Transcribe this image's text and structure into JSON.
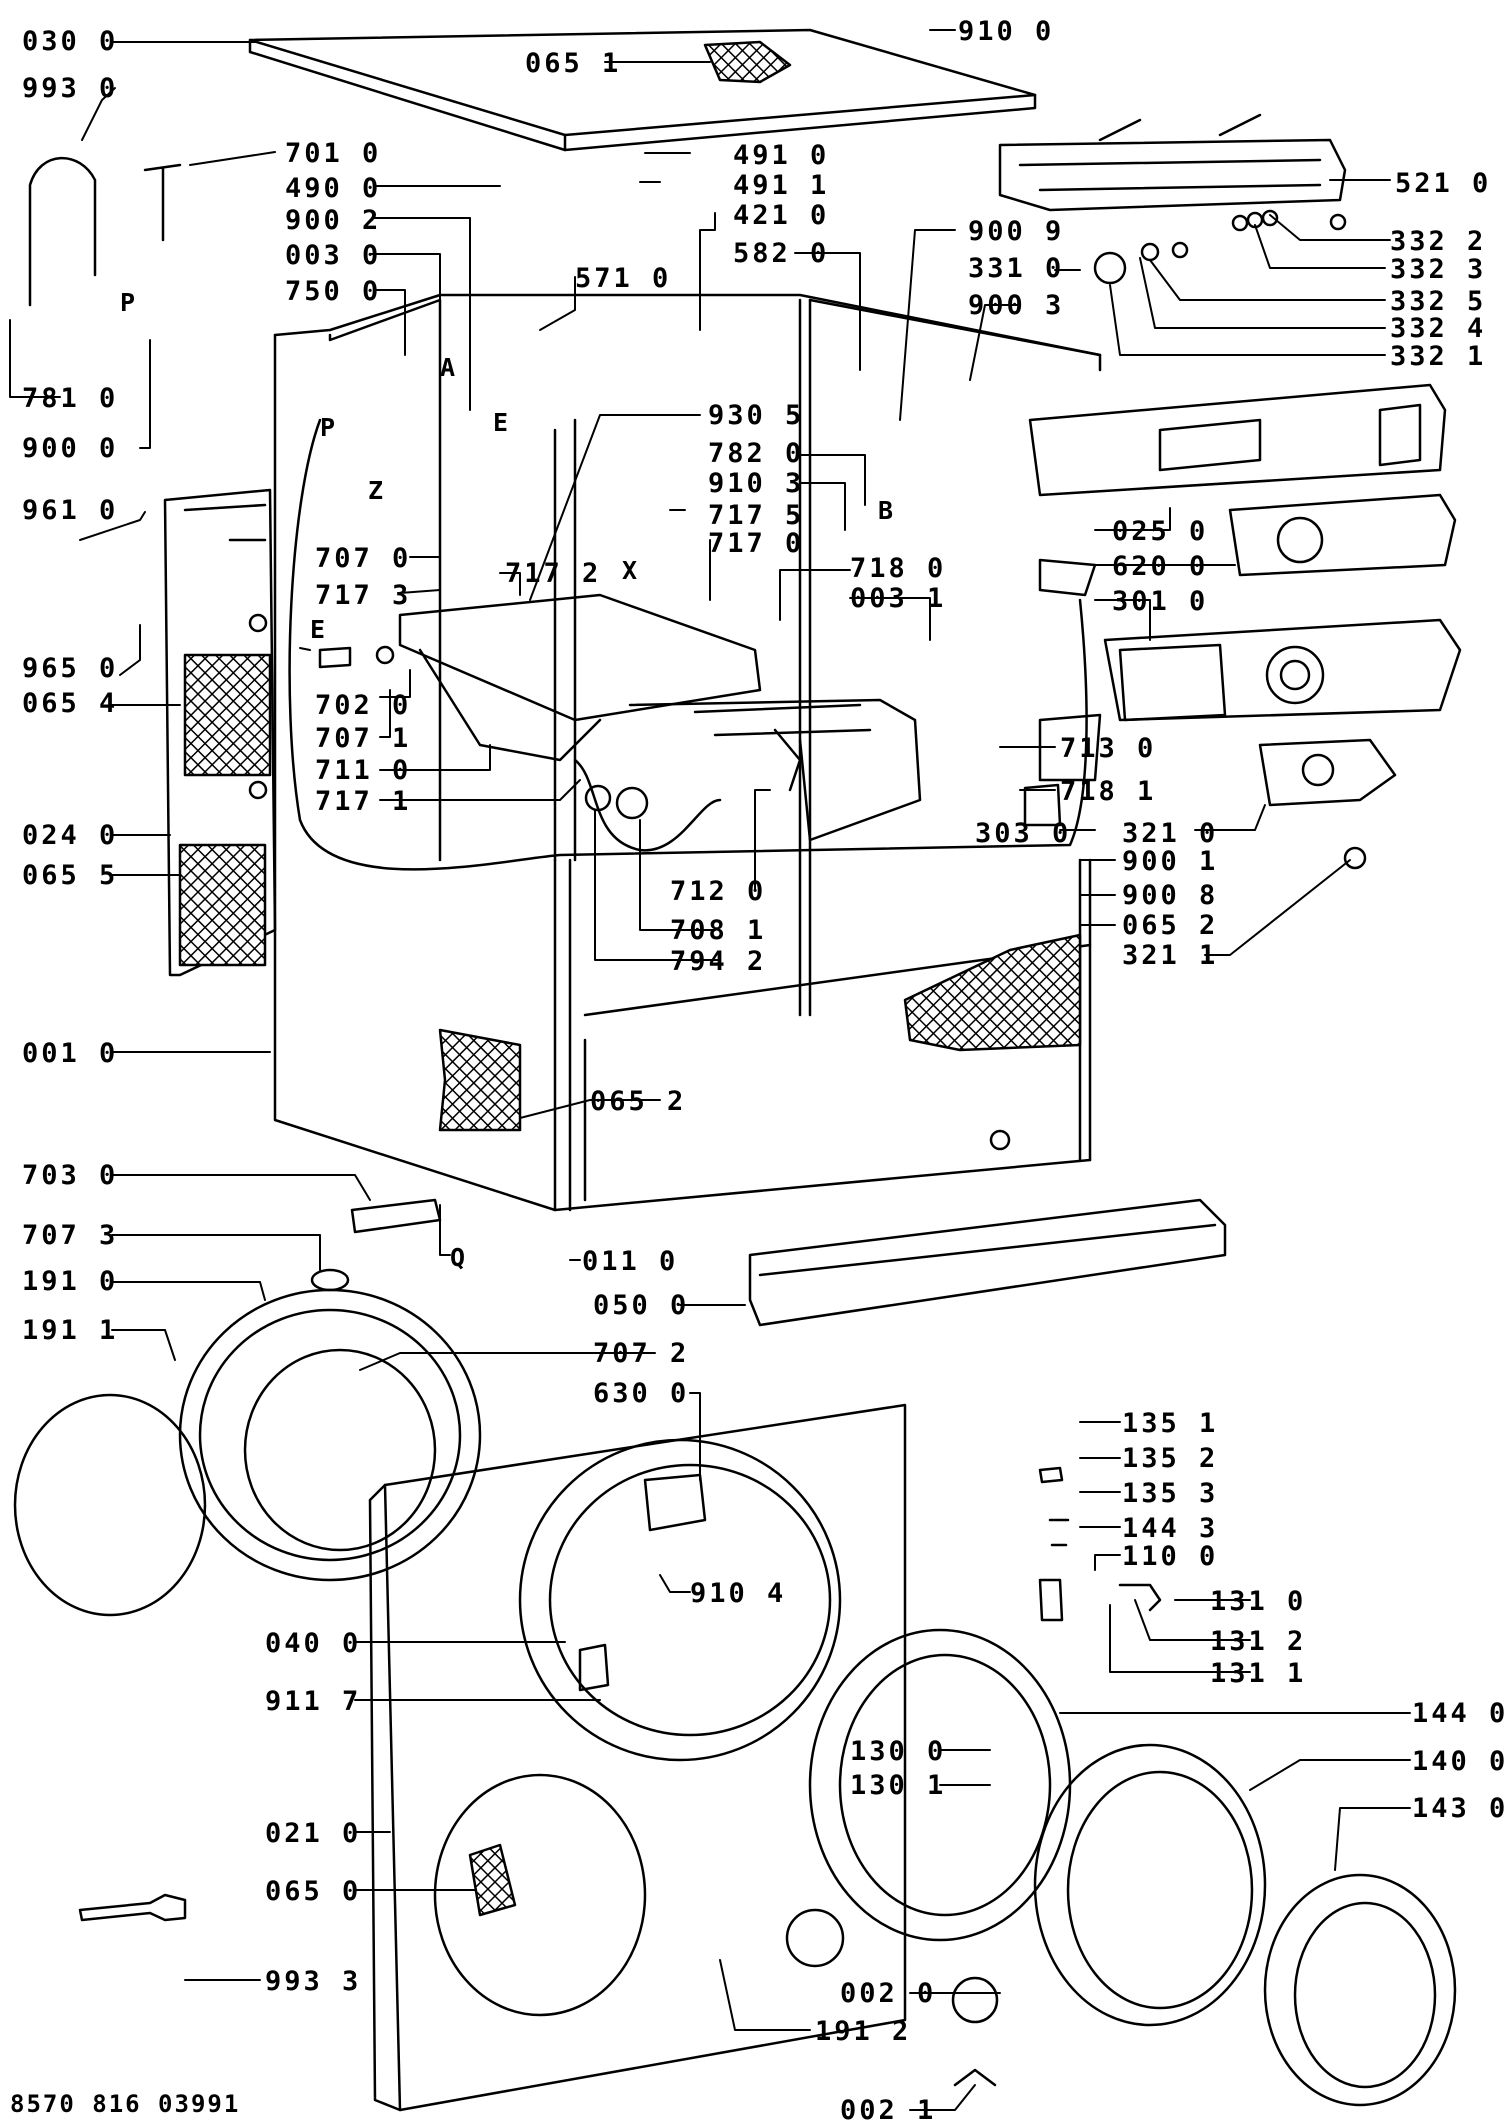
{
  "document_id": "8570 816 03991",
  "part_labels": {
    "030_0": "030 0",
    "993_0": "993 0",
    "781_0": "781 0",
    "900_0": "900 0",
    "961_0": "961 0",
    "965_0": "965 0",
    "065_4": "065 4",
    "024_0": "024 0",
    "065_5": "065 5",
    "001_0": "001 0",
    "910_0": "910 0",
    "065_1": "065 1",
    "701_0": "701 0",
    "490_0": "490 0",
    "900_2": "900 2",
    "003_0": "003 0",
    "750_0": "750 0",
    "491_0": "491 0",
    "491_1": "491 1",
    "421_0": "421 0",
    "582_0": "582 0",
    "571_0": "571 0",
    "900_9": "900 9",
    "331_0": "331 0",
    "900_3": "900 3",
    "521_0": "521 0",
    "332_2": "332 2",
    "332_3": "332 3",
    "332_5": "332 5",
    "332_4": "332 4",
    "332_1": "332 1",
    "930_5": "930 5",
    "782_0": "782 0",
    "910_3": "910 3",
    "717_5": "717 5",
    "717_0": "717 0",
    "718_0": "718 0",
    "003_1": "003 1",
    "707_0": "707 0",
    "717_3": "717 3",
    "717_2": "717 2",
    "702_0": "702 0",
    "707_1": "707 1",
    "711_0": "711 0",
    "717_1": "717 1",
    "025_0": "025 0",
    "620_0": "620 0",
    "301_0": "301 0",
    "713_0": "713 0",
    "718_1": "718 1",
    "303_0": "303 0",
    "321_0": "321 0",
    "900_1": "900 1",
    "900_8": "900 8",
    "065_2a": "065 2",
    "321_1": "321 1",
    "712_0": "712 0",
    "708_1": "708 1",
    "794_2": "794 2",
    "065_2b": "065 2",
    "703_0": "703 0",
    "707_3": "707 3",
    "191_0": "191 0",
    "191_1": "191 1",
    "011_0": "011 0",
    "050_0": "050 0",
    "707_2": "707 2",
    "630_0": "630 0",
    "135_1": "135 1",
    "135_2": "135 2",
    "135_3": "135 3",
    "144_3": "144 3",
    "110_0": "110 0",
    "131_0": "131 0",
    "131_2": "131 2",
    "131_1": "131 1",
    "910_4": "910 4",
    "040_0": "040 0",
    "911_7": "911 7",
    "144_0": "144 0",
    "130_0": "130 0",
    "130_1": "130 1",
    "140_0": "140 0",
    "143_0": "143 0",
    "021_0": "021 0",
    "065_0": "065 0",
    "993_3": "993 3",
    "002_0": "002 0",
    "191_2": "191 2",
    "002_1": "002 1"
  },
  "callouts": {
    "P_top": "P",
    "P_left": "P",
    "A": "A",
    "E_top": "E",
    "E_left": "E",
    "Z": "Z",
    "X": "X",
    "B": "B",
    "Q": "Q"
  }
}
